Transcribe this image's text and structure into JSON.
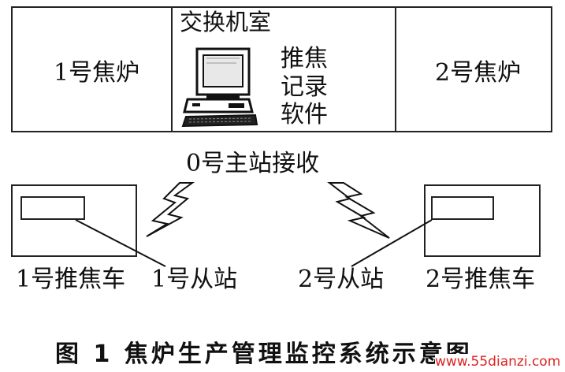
{
  "building": {
    "left_room": "1号焦炉",
    "center_room": "交换机室",
    "right_room": "2号焦炉",
    "software_lines": [
      "推焦",
      "记录",
      "软件"
    ]
  },
  "master_station": "0号主站接收",
  "cars": {
    "left_car": "1号推焦车",
    "left_slave": "1号从站",
    "right_slave": "2号从站",
    "right_car": "2号推焦车"
  },
  "caption": "图 1 焦炉生产管理监控系统示意图",
  "watermark": "www.55dianzi.com"
}
